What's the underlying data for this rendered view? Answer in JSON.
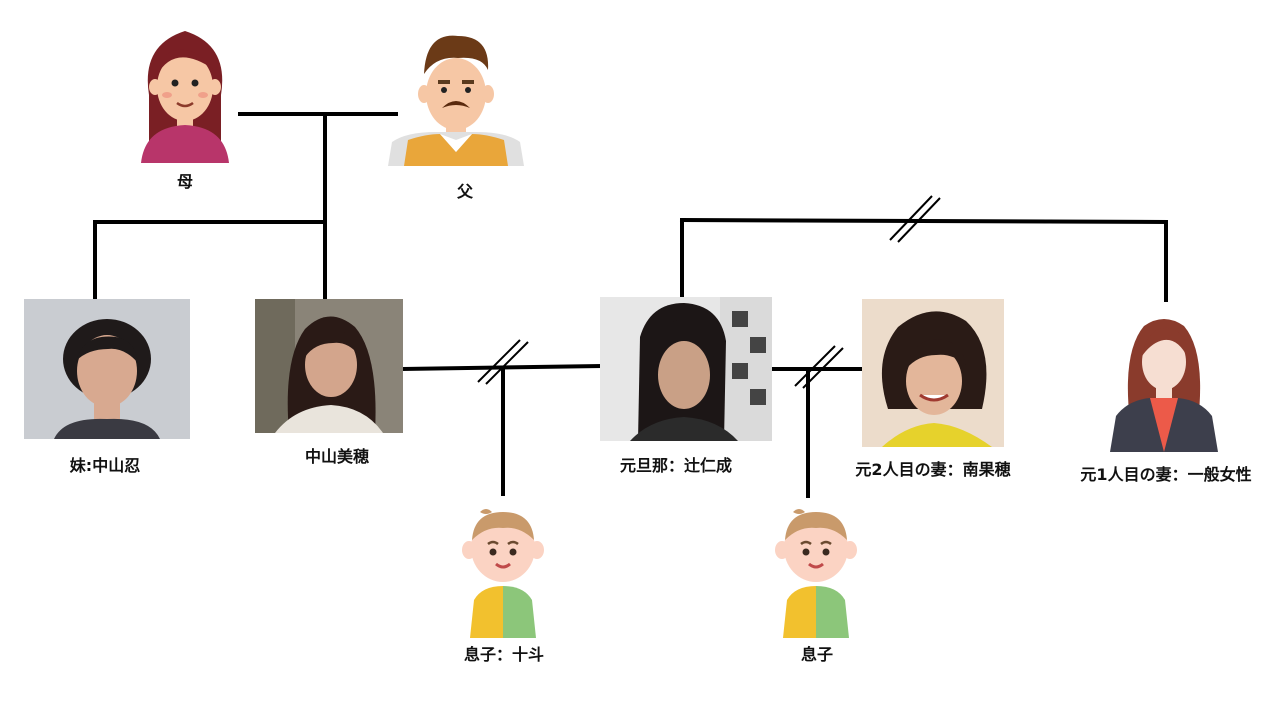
{
  "labels": {
    "mother": "母",
    "father": "父",
    "sister": "妹:中山忍",
    "self": "中山美穂",
    "ex_husband": "元旦那：辻仁成",
    "second_wife": "元2人目の妻：南果穂",
    "first_wife": "元1人目の妻：一般女性",
    "son_toto": "息子：十斗",
    "son": "息子"
  },
  "colors": {
    "line": "#000000",
    "skin": "#f6c7a5",
    "mother_hair": "#7a1f24",
    "mother_top": "#b8356a",
    "father_hair": "#6b3a17",
    "father_vest": "#e9a63a",
    "baby_hair": "#c99a6b",
    "baby_yellow": "#f2c12e",
    "baby_green": "#8cc67a",
    "woman_hair": "#8a3b2c",
    "woman_jacket": "#3d3f4c",
    "woman_shirt": "#ec5a49"
  }
}
